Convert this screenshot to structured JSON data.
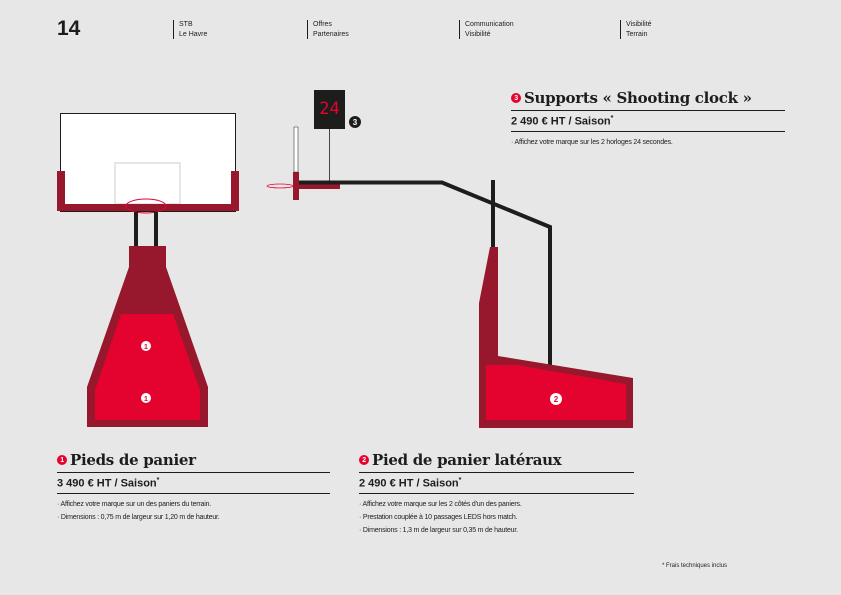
{
  "page_number": "14",
  "nav": [
    {
      "l1": "STB",
      "l2": "Le Havre"
    },
    {
      "l1": "Offres",
      "l2": "Partenaires"
    },
    {
      "l1": "Communication",
      "l2": "Visibilité"
    },
    {
      "l1": "Visibilité",
      "l2": "Terrain"
    }
  ],
  "clock_display": "24",
  "markers": {
    "one": "1",
    "two": "2",
    "three": "3"
  },
  "sections": {
    "pieds": {
      "num": "1",
      "title": "Pieds de panier",
      "price": "3 490 € HT / Saison",
      "star": "*",
      "bullets": [
        "· Affichez votre marque sur un des paniers du terrain.",
        "· Dimensions : 0,75 m de largeur sur 1,20 m de hauteur."
      ]
    },
    "lateraux": {
      "num": "2",
      "title": "Pied de panier latéraux",
      "price": "2 490 € HT / Saison",
      "star": "*",
      "bullets": [
        "· Affichez votre marque sur les 2 côtés d'un des paniers.",
        "· Prestation couplée à 10 passages LEDS hors match.",
        "· Dimensions : 1,3 m de largeur sur 0,35 m de hauteur."
      ]
    },
    "clock": {
      "num": "3",
      "title": "Supports « Shooting clock »",
      "price": "2 490 € HT / Saison",
      "star": "*",
      "bullets": [
        "· Affichez votre marque sur les 2 horloges 24 secondes."
      ]
    }
  },
  "footnote": "* Frais techniques inclus",
  "colors": {
    "dark_red": "#97172c",
    "red": "#e4032e",
    "black": "#1d1d1b"
  }
}
